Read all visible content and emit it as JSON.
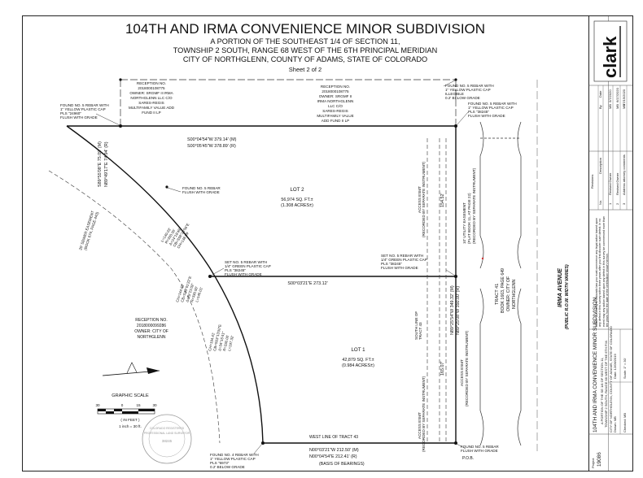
{
  "title": {
    "main": "104TH AND IRMA CONVENIENCE MINOR SUBDIVISION",
    "lines": [
      "A PORTION OF THE SOUTHEAST 1/4 OF SECTION 11,",
      "TOWNSHIP 2 SOUTH, RANGE 68 WEST OF THE 6TH PRINCIPAL MERIDIAN",
      "CITY OF NORTHGLENN, COUNTY OF ADAMS, STATE OF COLORADO"
    ],
    "sheet": "Sheet 2 of 2"
  },
  "lots": {
    "lot2": {
      "name": "LOT 2",
      "area_sqft": "56,974 SQ. FT.±",
      "area_acres": "(1.308 ACRES±)"
    },
    "lot1": {
      "name": "LOT 1",
      "area_sqft": "42,879 SQ. FT.±",
      "area_acres": "(0.984 ACRES±)"
    }
  },
  "bearings": {
    "north_line": [
      "S00°04'54\"W  379.14' (M)",
      "S00°05'45\"W  378.89' (R)"
    ],
    "lot_line": "S00°03'21\"E  273.12'",
    "south_line": [
      "N00°03'21\"W  212.50' (M)",
      "N00°04'54\"E  212.41' (R)"
    ],
    "basis": "(BASIS OF BEARINGS)",
    "west_top": [
      "S89°55'08\"E  75.09' (M)",
      "N89°49'17\"E  74.94' (R)"
    ],
    "east_line": [
      "N89°25'54\"W  349.32' (M)",
      "N89°25'08\"W  350.00' (R)"
    ],
    "east_lower": "165.07'",
    "east_upper": "154.52'",
    "curve1": [
      "L=140.03'",
      "R=330.00'",
      "Δ=24°18'48\"",
      "CB=S58°20'56\"E",
      "CH=138.99'"
    ],
    "curve2": [
      "L=146.01'",
      "R=330.00'",
      "Δ=25°21'02\"",
      "CB=S33°01'22\"E",
      "CH=144.83'"
    ],
    "curve3": [
      "L=197.32'",
      "R=330.00'",
      "Δ=34°15'41\"",
      "CB=S03°13'00\"E",
      "CH=194.41'"
    ]
  },
  "receptions": {
    "top_left": [
      "RECEPTION NO.",
      "2018000108775",
      "OWNER: SRGMF II IRMA",
      "NORTHGLENN LLC C/O",
      "SARES-REGIS",
      "MULTIFAMILY VALUE ADD",
      "FUND II LP"
    ],
    "top_center": [
      "RECEPTION NO.",
      "2018000108775",
      "OWNER: SRGMF II",
      "IRMA NORTHGLENN",
      "LLC C/O",
      "SARES-REGIS",
      "MULTIFAMILY VALUE",
      "ADD FUND II LP"
    ],
    "left_mid": [
      "RECEPTION NO.",
      "2018000099286",
      "OWNER: CITY OF",
      "NORTHGLENN"
    ]
  },
  "monuments": {
    "top_left": [
      "FOUND NO. 5 REBAR WITH",
      "1\" YELLOW PLASTIC CAP",
      "PLS \"24960\"",
      "FLUSH WITH GRADE"
    ],
    "top_right_a": [
      "FOUND NO. 5 REBAR WITH",
      "1\" YELLOW PLASTIC CAP",
      "ILLEGIBLE",
      "0.2' BELOW GRADE"
    ],
    "top_right_b": [
      "FOUND NO. 5 REBAR WITH",
      "1\" YELLOW PLASTIC CAP",
      "PLS \"38245\"",
      "FLUSH WITH GRADE"
    ],
    "west_mid": [
      "FOUND NO. 5 REBAR",
      "FLUSH WITH GRADE"
    ],
    "lot_corner_w": [
      "SET NO. 5 REBAR WITH",
      "1/4\" GREEN PLASTIC CAP",
      "PLS \"38245\"",
      "FLUSH WITH GRADE"
    ],
    "lot_corner_e": [
      "SET NO. 5 REBAR WITH",
      "1/4\" GREEN PLASTIC CAP",
      "PLS \"38245\"",
      "FLUSH WITH GRADE"
    ],
    "bottom_left": [
      "FOUND NO. 4 REBAR WITH",
      "1\" YELLOW PLASTIC CAP",
      "PLS \"6973\"",
      "0.2' BELOW GRADE"
    ],
    "bottom_right": [
      "FOUND NO. 5 REBAR",
      "FLUSH WITH GRADE"
    ],
    "pob": "P.O.B."
  },
  "easements": {
    "sewer": [
      "20' SEWER EASEMENT",
      "(BOOK 674, PAGE 443)"
    ],
    "utility": [
      "10' UTILITY EASEMENT",
      "(PLAT BOOK 11, AT PAGE 22)"
    ],
    "access_upper": [
      "ACCESS ESMT",
      "(RECORDED BY SEPARATE INSTRUMENT)"
    ],
    "access_lower": [
      "ACCESS ESMT",
      "(RECORDED BY SEPARATE INSTRUMENT)"
    ],
    "access_bottom": [
      "ACCESS ESMT",
      "(RECORDED BY SEPARATE INSTRUMENT)"
    ],
    "south_line_tract": [
      "SOUTH LINE OF",
      "TRACT 43"
    ],
    "west_line_tract": "WEST LINE OF TRACT 43"
  },
  "tract41": [
    "TRACT 41",
    "BOOK 1663, PAGE 649",
    "OWNER: CITY OF",
    "NORTHGLENN"
  ],
  "street": [
    "IRMA AVENUE",
    "(PUBLIC R.O.W. WIDTH VARIES)"
  ],
  "scale": {
    "label": "GRAPHIC SCALE",
    "ticks": [
      "30",
      "0",
      "15",
      "30"
    ],
    "units": "( IN FEET )",
    "ratio": "1 inch = 30 ft."
  },
  "title_block": {
    "firm": "clark",
    "project": [
      "104TH AND IRMA CONVENIENCE MINOR SUBDIVISION",
      "A PORTION OF THE SE 1/4 OF SECTION 11,",
      "TOWNSHIP 2 SOUTH, RANGE 68 WEST OF THE 6TH P.M.",
      "CITY OF NORTHGLENN, COUNTY OF ADAMS, STATE OF COLORADO"
    ],
    "project_no_label": "Project",
    "project_no": "19086",
    "revision_header": "Revisions",
    "rev_cols": [
      "No.",
      "Description",
      "By",
      "Date"
    ],
    "rev_rows": [
      [
        "1",
        "Revised Owner",
        "MB",
        "5/7/2020"
      ],
      [
        "2",
        "Revised Owner",
        "MB",
        "6/17/2020"
      ],
      [
        "3",
        "Address attorney comments",
        "MB",
        "07/15/2020"
      ]
    ],
    "notice": "Notice: According to Colorado law you must commence any legal action based upon any defect in this survey within three years after you first discover such defect. In no event may any action based upon any defect in this survey be commenced more than ten years from the date of the certification shown hereon.",
    "drawn": "Drawn: MB",
    "date": "Date: 12/06/2019",
    "checked": "Checked: MB",
    "scale": "Scale: 1\" = 30'"
  },
  "seal": [
    "COLORADO REGISTERED",
    "PROFESSIONAL LAND SURVEYOR",
    "38245"
  ]
}
